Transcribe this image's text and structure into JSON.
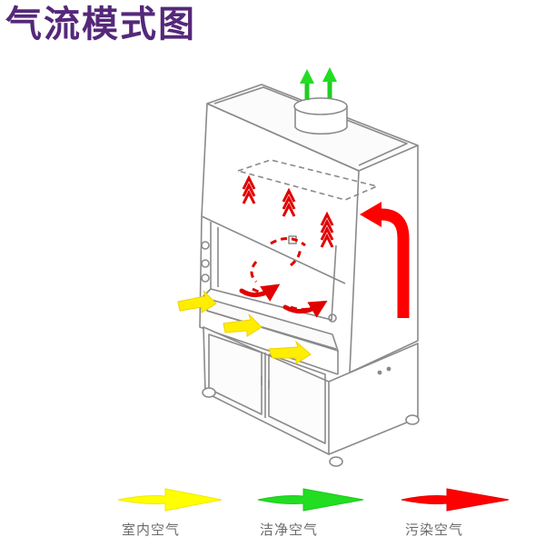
{
  "title": "气流模式图",
  "colors": {
    "title": "#55287a",
    "room_air": "#ffff00",
    "clean_air": "#22dd22",
    "polluted_air": "#ff0000",
    "outline": "#8a8a8a"
  },
  "legend": [
    {
      "label": "室内空气",
      "color": "#ffff00",
      "meaning": "room air"
    },
    {
      "label": "洁净空气",
      "color": "#22dd22",
      "meaning": "clean air"
    },
    {
      "label": "污染空气",
      "color": "#ff0000",
      "meaning": "polluted air"
    }
  ]
}
